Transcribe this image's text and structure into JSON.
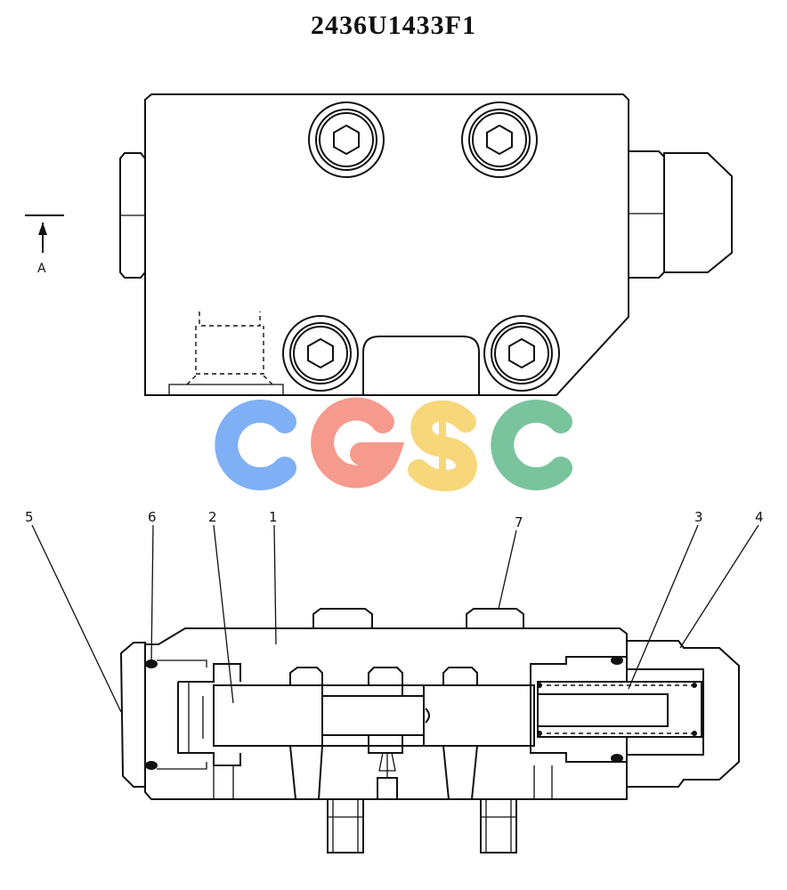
{
  "drawing": {
    "part_number": "2436U1433F1",
    "view_marker": "A",
    "watermark_text": "CGSC",
    "watermark_colors": [
      "#7fb0f5",
      "#f59a8c",
      "#f7d77a",
      "#79c49c"
    ]
  },
  "callouts": [
    {
      "id": "callout-5",
      "label": "5"
    },
    {
      "id": "callout-6",
      "label": "6"
    },
    {
      "id": "callout-2",
      "label": "2"
    },
    {
      "id": "callout-1",
      "label": "1"
    },
    {
      "id": "callout-7",
      "label": "7"
    },
    {
      "id": "callout-3",
      "label": "3"
    },
    {
      "id": "callout-4",
      "label": "4"
    }
  ]
}
